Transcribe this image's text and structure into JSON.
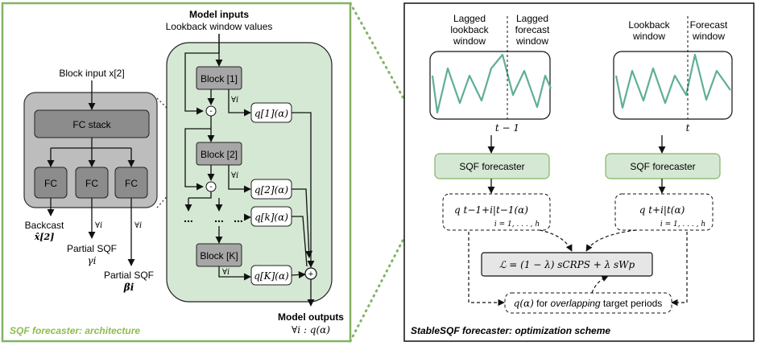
{
  "left_panel": {
    "caption": "SQF forecaster: architecture",
    "model_inputs_title": "Model inputs",
    "model_inputs_subtitle": "Lookback window values",
    "model_outputs_title": "Model outputs",
    "model_outputs_formula": "∀i : q(α)",
    "block_input_label": "Block input x[2]",
    "fc_stack_label": "FC stack",
    "fc_labels": [
      "FC",
      "FC",
      "FC"
    ],
    "backcast_label": "Backcast",
    "backcast_symbol": "x̂[2]",
    "partial_sqf_1_label": "Partial SQF",
    "partial_sqf_1_symbol": "γi",
    "partial_sqf_2_label": "Partial SQF",
    "partial_sqf_2_symbol": "βi",
    "forall_i": "∀i",
    "blocks": [
      "Block [1]",
      "Block [2]",
      "Block [K]"
    ],
    "quantile_outputs": [
      "q[1](α)",
      "q[2](α)",
      "q[k](α)",
      "q[K](α)"
    ],
    "ellipsis": "...",
    "minus_symbol": "-",
    "plus_symbol": "+"
  },
  "right_panel": {
    "caption": "StableSQF forecaster: optimization scheme",
    "left_chart": {
      "lookback_label": [
        "Lagged",
        "lookback",
        "window"
      ],
      "forecast_label": [
        "Lagged",
        "forecast",
        "window"
      ],
      "time_label": "t − 1"
    },
    "right_chart": {
      "lookback_label": [
        "Lookback",
        "window"
      ],
      "forecast_label": [
        "Forecast",
        "window"
      ],
      "time_label": "t"
    },
    "forecaster_label": "SQF forecaster",
    "left_output": "q t−1+i|t−1(α)",
    "left_output_range": "i = 1, . . . , h",
    "right_output": "q t+i|t(α)",
    "right_output_range": "i = 1, . . . , h",
    "loss_formula": "ℒ = (1 − λ) sCRPS + λ sWp",
    "overlap_prefix": "q(α)",
    "overlap_middle": "for",
    "overlap_italic": "overlapping",
    "overlap_suffix": "target periods"
  },
  "colors": {
    "green_border": "#82b366",
    "green_fill": "#d5e8d4",
    "gray_panel": "#bdbdbd",
    "gray_dark": "#8c8c8c",
    "gray_block": "#a6a6a6",
    "line_series": "#5fae98",
    "caption_green": "#8dbd4e"
  }
}
